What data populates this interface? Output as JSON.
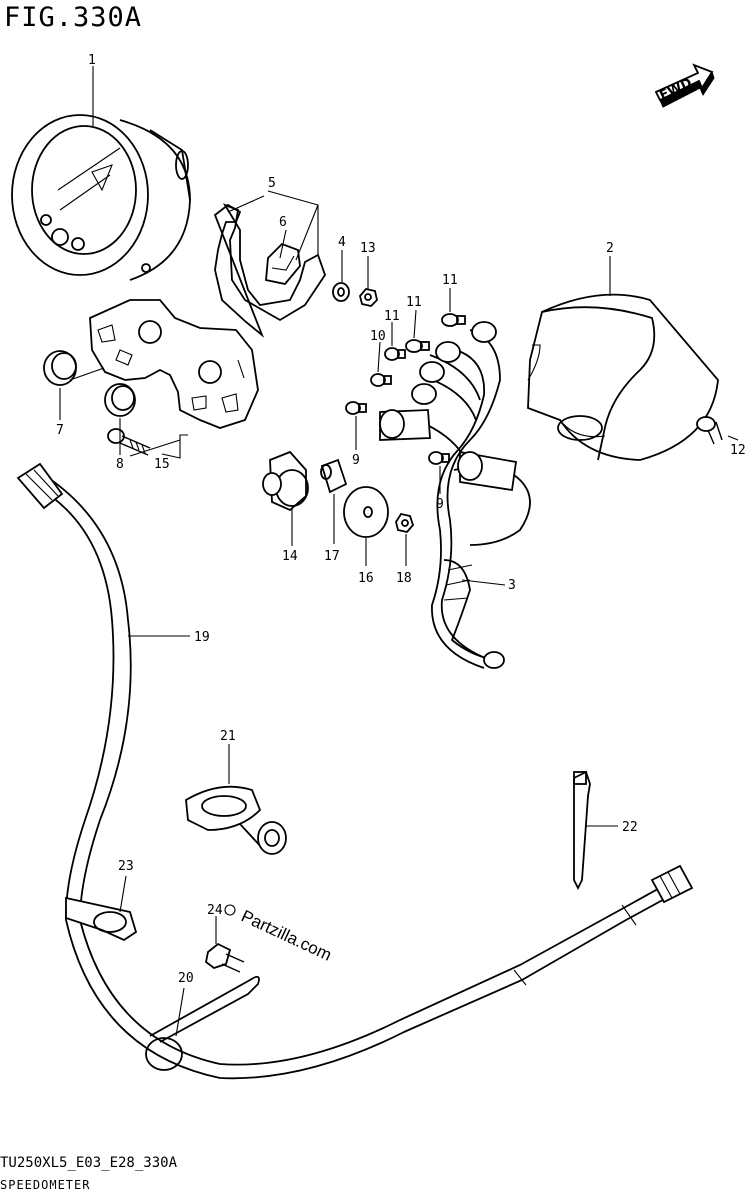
{
  "header": {
    "figure_title": "FIG.330A",
    "fwd_label": "FWD"
  },
  "footer": {
    "diagram_code": "TU250XL5_E03_E28_330A",
    "section_name": "SPEEDOMETER"
  },
  "watermark": "Partzilla.com",
  "callouts": [
    {
      "id": "c1",
      "label": "1"
    },
    {
      "id": "c2",
      "label": "2"
    },
    {
      "id": "c3",
      "label": "3"
    },
    {
      "id": "c4",
      "label": "4"
    },
    {
      "id": "c5",
      "label": "5"
    },
    {
      "id": "c6",
      "label": "6"
    },
    {
      "id": "c7",
      "label": "7"
    },
    {
      "id": "c8",
      "label": "8"
    },
    {
      "id": "c9a",
      "label": "9"
    },
    {
      "id": "c9b",
      "label": "9"
    },
    {
      "id": "c10",
      "label": "10"
    },
    {
      "id": "c11a",
      "label": "11"
    },
    {
      "id": "c11b",
      "label": "11"
    },
    {
      "id": "c11c",
      "label": "11"
    },
    {
      "id": "c12",
      "label": "12"
    },
    {
      "id": "c13",
      "label": "13"
    },
    {
      "id": "c14",
      "label": "14"
    },
    {
      "id": "c15",
      "label": "15"
    },
    {
      "id": "c16",
      "label": "16"
    },
    {
      "id": "c17",
      "label": "17"
    },
    {
      "id": "c18",
      "label": "18"
    },
    {
      "id": "c19",
      "label": "19"
    },
    {
      "id": "c20",
      "label": "20"
    },
    {
      "id": "c21",
      "label": "21"
    },
    {
      "id": "c22",
      "label": "22"
    },
    {
      "id": "c23",
      "label": "23"
    },
    {
      "id": "c24",
      "label": "24"
    }
  ]
}
